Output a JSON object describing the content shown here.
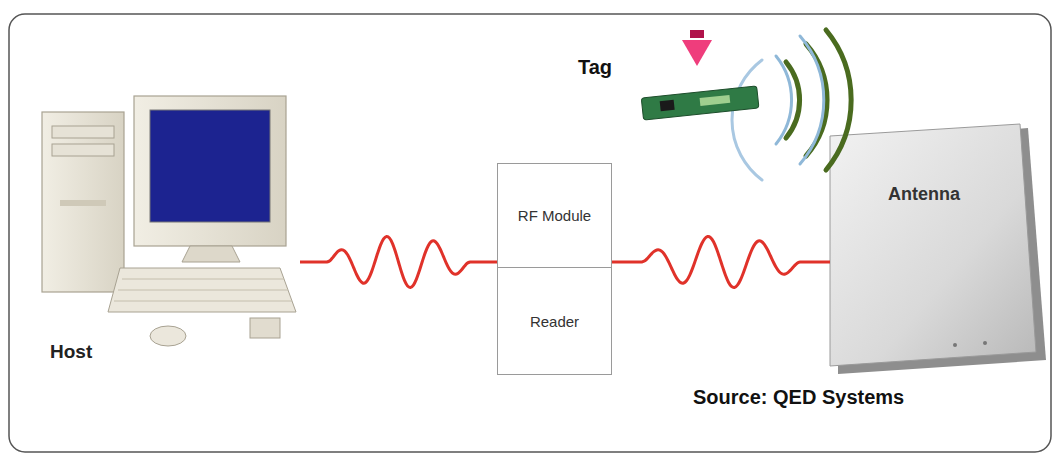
{
  "diagram": {
    "nodes": [
      {
        "text": [
          "Host"
        ]
      },
      {
        "text": [
          "RF Module"
        ]
      },
      {
        "text": [
          "Reader"
        ]
      },
      {
        "text": [
          "Antenna"
        ]
      }
    ],
    "edges": [
      {
        "from": 0,
        "to": 1,
        "arrow": "none"
      },
      {
        "from": 1,
        "to": 3,
        "arrow": "none"
      }
    ],
    "labels": [
      "Tag",
      "Source: QED Systems"
    ]
  }
}
